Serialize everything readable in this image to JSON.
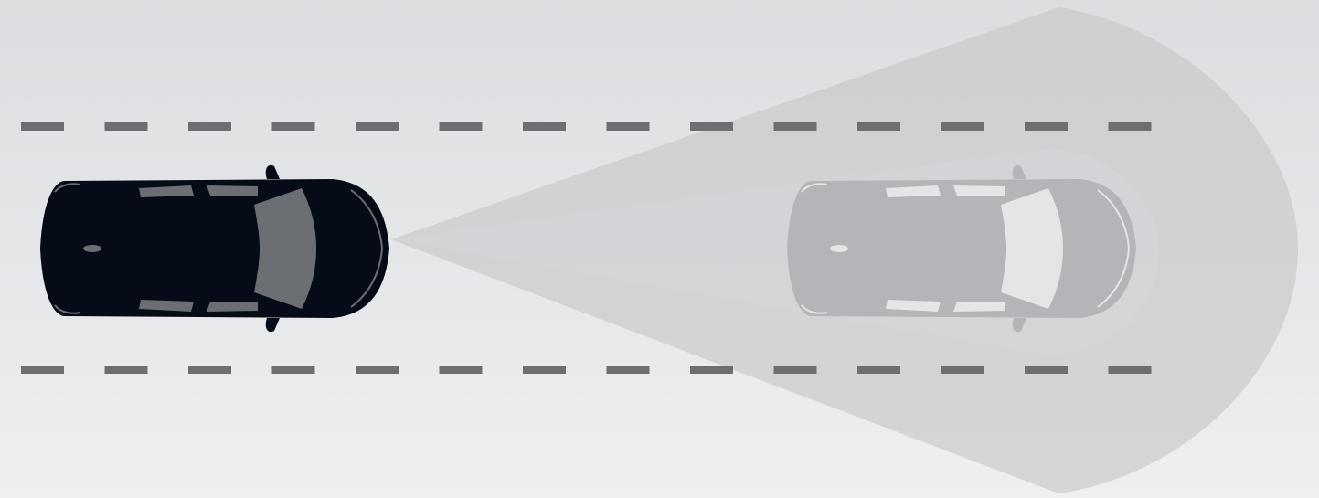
{
  "diagram": {
    "subject": "adaptive-cruise-control",
    "lanes": {
      "marking_style": "dashed",
      "marking_color": "#6d6e71"
    },
    "background": {
      "top_color": "#dcdde0",
      "bottom_color": "#eeeff1"
    },
    "sensor_field": {
      "outer_color": "#c6c7ca",
      "inner_color": "#d4d5d8",
      "opacity": 0.65
    },
    "own_vehicle": {
      "body_color": "#050c18",
      "glass_color": "#6b6e73",
      "icon": "car-top-view-icon"
    },
    "lead_vehicle": {
      "body_color": "#b4b5b8",
      "glass_color": "#e4e5e7",
      "icon": "car-top-view-icon"
    }
  }
}
